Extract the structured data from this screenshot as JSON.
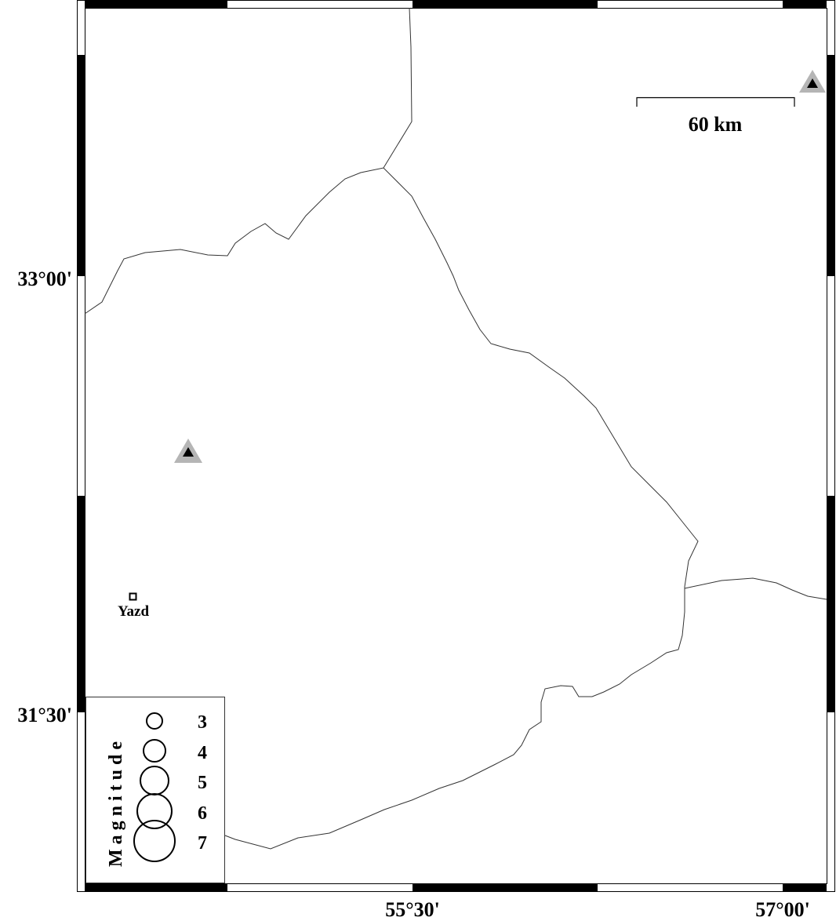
{
  "map": {
    "lat_labels": [
      "33°00'",
      "31°30'"
    ],
    "lon_labels": [
      "55°30'",
      "57°00'"
    ],
    "scale_bar": {
      "label": "60 km",
      "distance_km": 60
    },
    "cities": [
      {
        "name": "Yazd"
      }
    ],
    "stations": [
      {
        "symbol": "triangle"
      },
      {
        "symbol": "triangle"
      }
    ],
    "legend": {
      "title": "Magnitude",
      "magnitudes": [
        "3",
        "4",
        "5",
        "6",
        "7"
      ]
    }
  }
}
